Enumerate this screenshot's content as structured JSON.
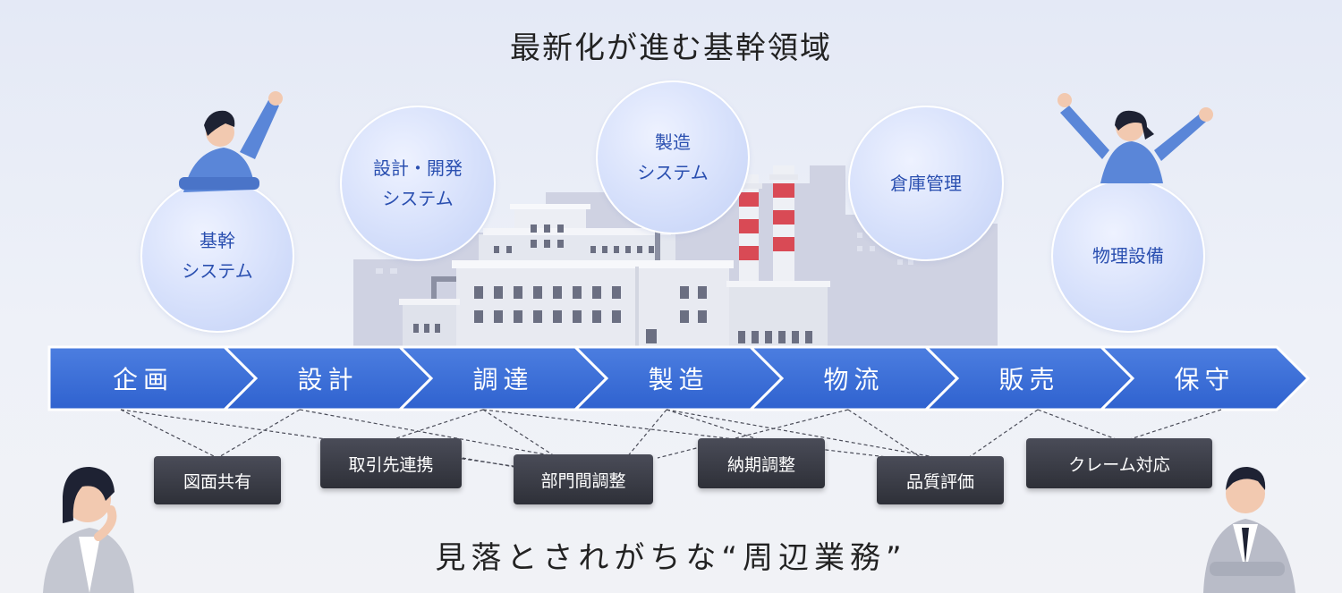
{
  "title": "最新化が進む基幹領域",
  "subtitle": "見落とされがちな“周辺業務”",
  "bubbles": [
    {
      "label": "基幹\nシステム"
    },
    {
      "label": "設計・開発\nシステム"
    },
    {
      "label": "製造\nシステム"
    },
    {
      "label": "倉庫管理"
    },
    {
      "label": "物理設備"
    }
  ],
  "stages": [
    "企画",
    "設計",
    "調達",
    "製造",
    "物流",
    "販売",
    "保守"
  ],
  "tasks": [
    "図面共有",
    "取引先連携",
    "部門間調整",
    "納期調整",
    "品質評価",
    "クレーム対応"
  ],
  "colors": {
    "arrow_dark": "#2f62cf",
    "arrow_light": "#5c8ae8",
    "bubble_text": "#2a4fb0",
    "tag_bg": "#34363f",
    "chimney_red": "#d94a55"
  }
}
